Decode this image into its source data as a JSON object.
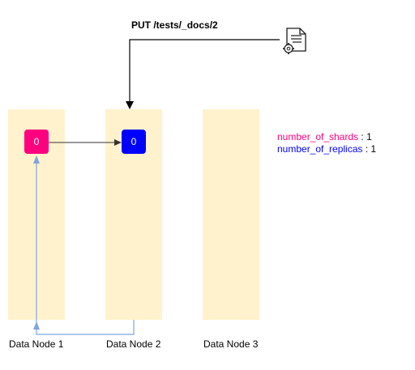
{
  "request": {
    "label": "PUT /tests/_docs/2",
    "icon": "document-gear-icon"
  },
  "nodes": [
    {
      "label": "Data Node 1"
    },
    {
      "label": "Data Node 2"
    },
    {
      "label": "Data Node 3"
    }
  ],
  "shards": {
    "primary": {
      "label": "0",
      "color": "#ff0080"
    },
    "replica": {
      "label": "0",
      "color": "#0000ff"
    }
  },
  "legend": {
    "shards": {
      "key": "number_of_shards",
      "sep": " : ",
      "value": "1",
      "color": "#ff0080"
    },
    "replicas": {
      "key": "number_of_replicas",
      "sep": " : ",
      "value": "1",
      "color": "#0000ff"
    }
  },
  "colors": {
    "node_background": "#fff2cc",
    "replication_arrow": "#333333",
    "ack_arrow": "#7ea6e0",
    "request_arrow": "#000000"
  }
}
